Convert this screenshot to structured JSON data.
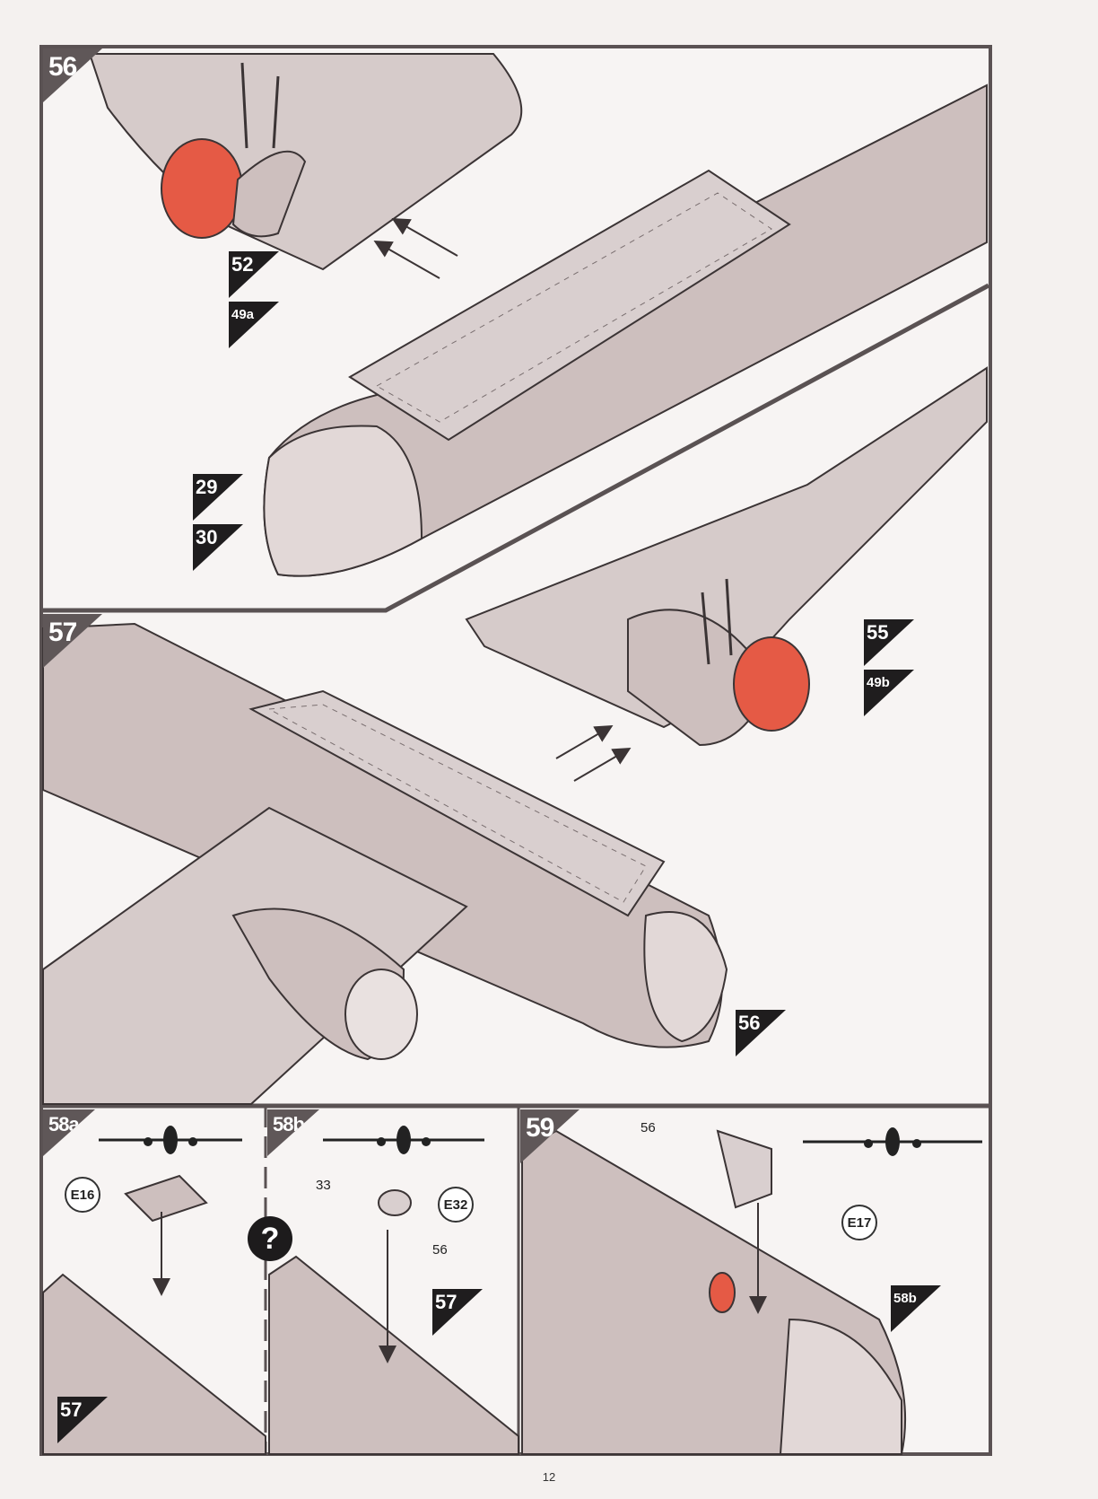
{
  "steps": {
    "s56": {
      "number": "56",
      "refs": [
        "52",
        "49a",
        "29",
        "30"
      ]
    },
    "s57": {
      "number": "57",
      "refs": [
        "55",
        "49b",
        "56"
      ]
    },
    "s58a": {
      "number": "58a",
      "part": "E16",
      "ref": "57"
    },
    "s58b": {
      "number": "58b",
      "parts": [
        "33",
        "E32",
        "56"
      ],
      "ref": "57"
    },
    "s59": {
      "number": "59",
      "parts": [
        "56",
        "E17"
      ],
      "ref": "58b"
    }
  },
  "help_symbol": "?",
  "page_number": "12",
  "colors": {
    "frame": "#5a5253",
    "badge": "#5f5758",
    "ref_tag": "#1f1d1e",
    "fuselage": "#c9bab9",
    "highlight_red": "#e55a45",
    "line": "#3b3435"
  }
}
